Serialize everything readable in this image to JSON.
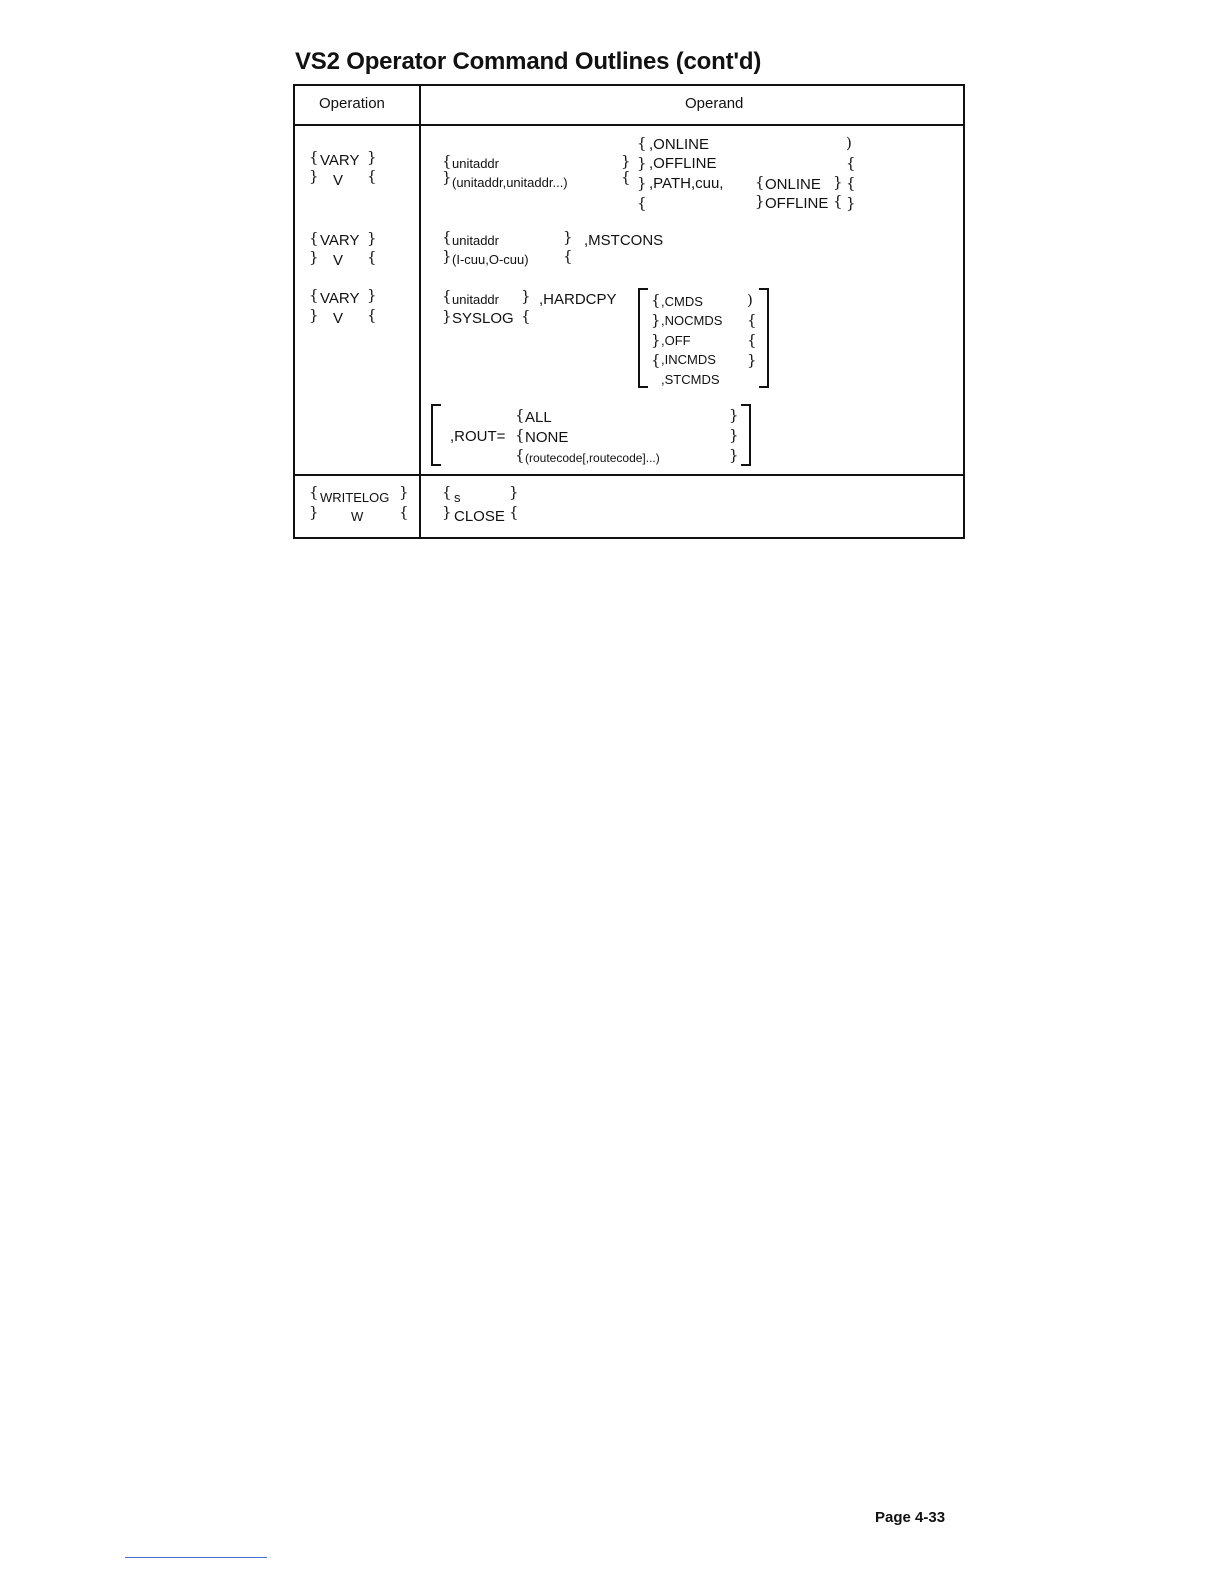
{
  "title": "VS2 Operator Command Outlines (cont'd)",
  "table": {
    "header_operation": "Operation",
    "header_operand": "Operand",
    "row1": {
      "op1": "VARY",
      "op2": "V",
      "u1": "unitaddr",
      "u2": "(unitaddr,unitaddr...)",
      "c1": ",ONLINE",
      "c2": ",OFFLINE",
      "c3": ",PATH,cuu,",
      "p1": "ONLINE",
      "p2": "OFFLINE"
    },
    "row2": {
      "op1": "VARY",
      "op2": "V",
      "u1": "unitaddr",
      "u2": "(I-cuu,O-cuu)",
      "kw": ",MSTCONS"
    },
    "row3": {
      "op1": "VARY",
      "op2": "V",
      "u1": "unitaddr",
      "u2": "SYSLOG",
      "kw": ",HARDCPY",
      "o1": ",CMDS",
      "o2": ",NOCMDS",
      "o3": ",OFF",
      "o4": ",INCMDS",
      "o5": ",STCMDS",
      "rout": ",ROUT=",
      "r1": "ALL",
      "r2": "NONE",
      "r3": "(routecode[,routecode]...)"
    },
    "row4": {
      "op1": "WRITELOG",
      "op2": "W",
      "a1": "s",
      "a2": "CLOSE"
    }
  },
  "page_number": "Page 4-33"
}
